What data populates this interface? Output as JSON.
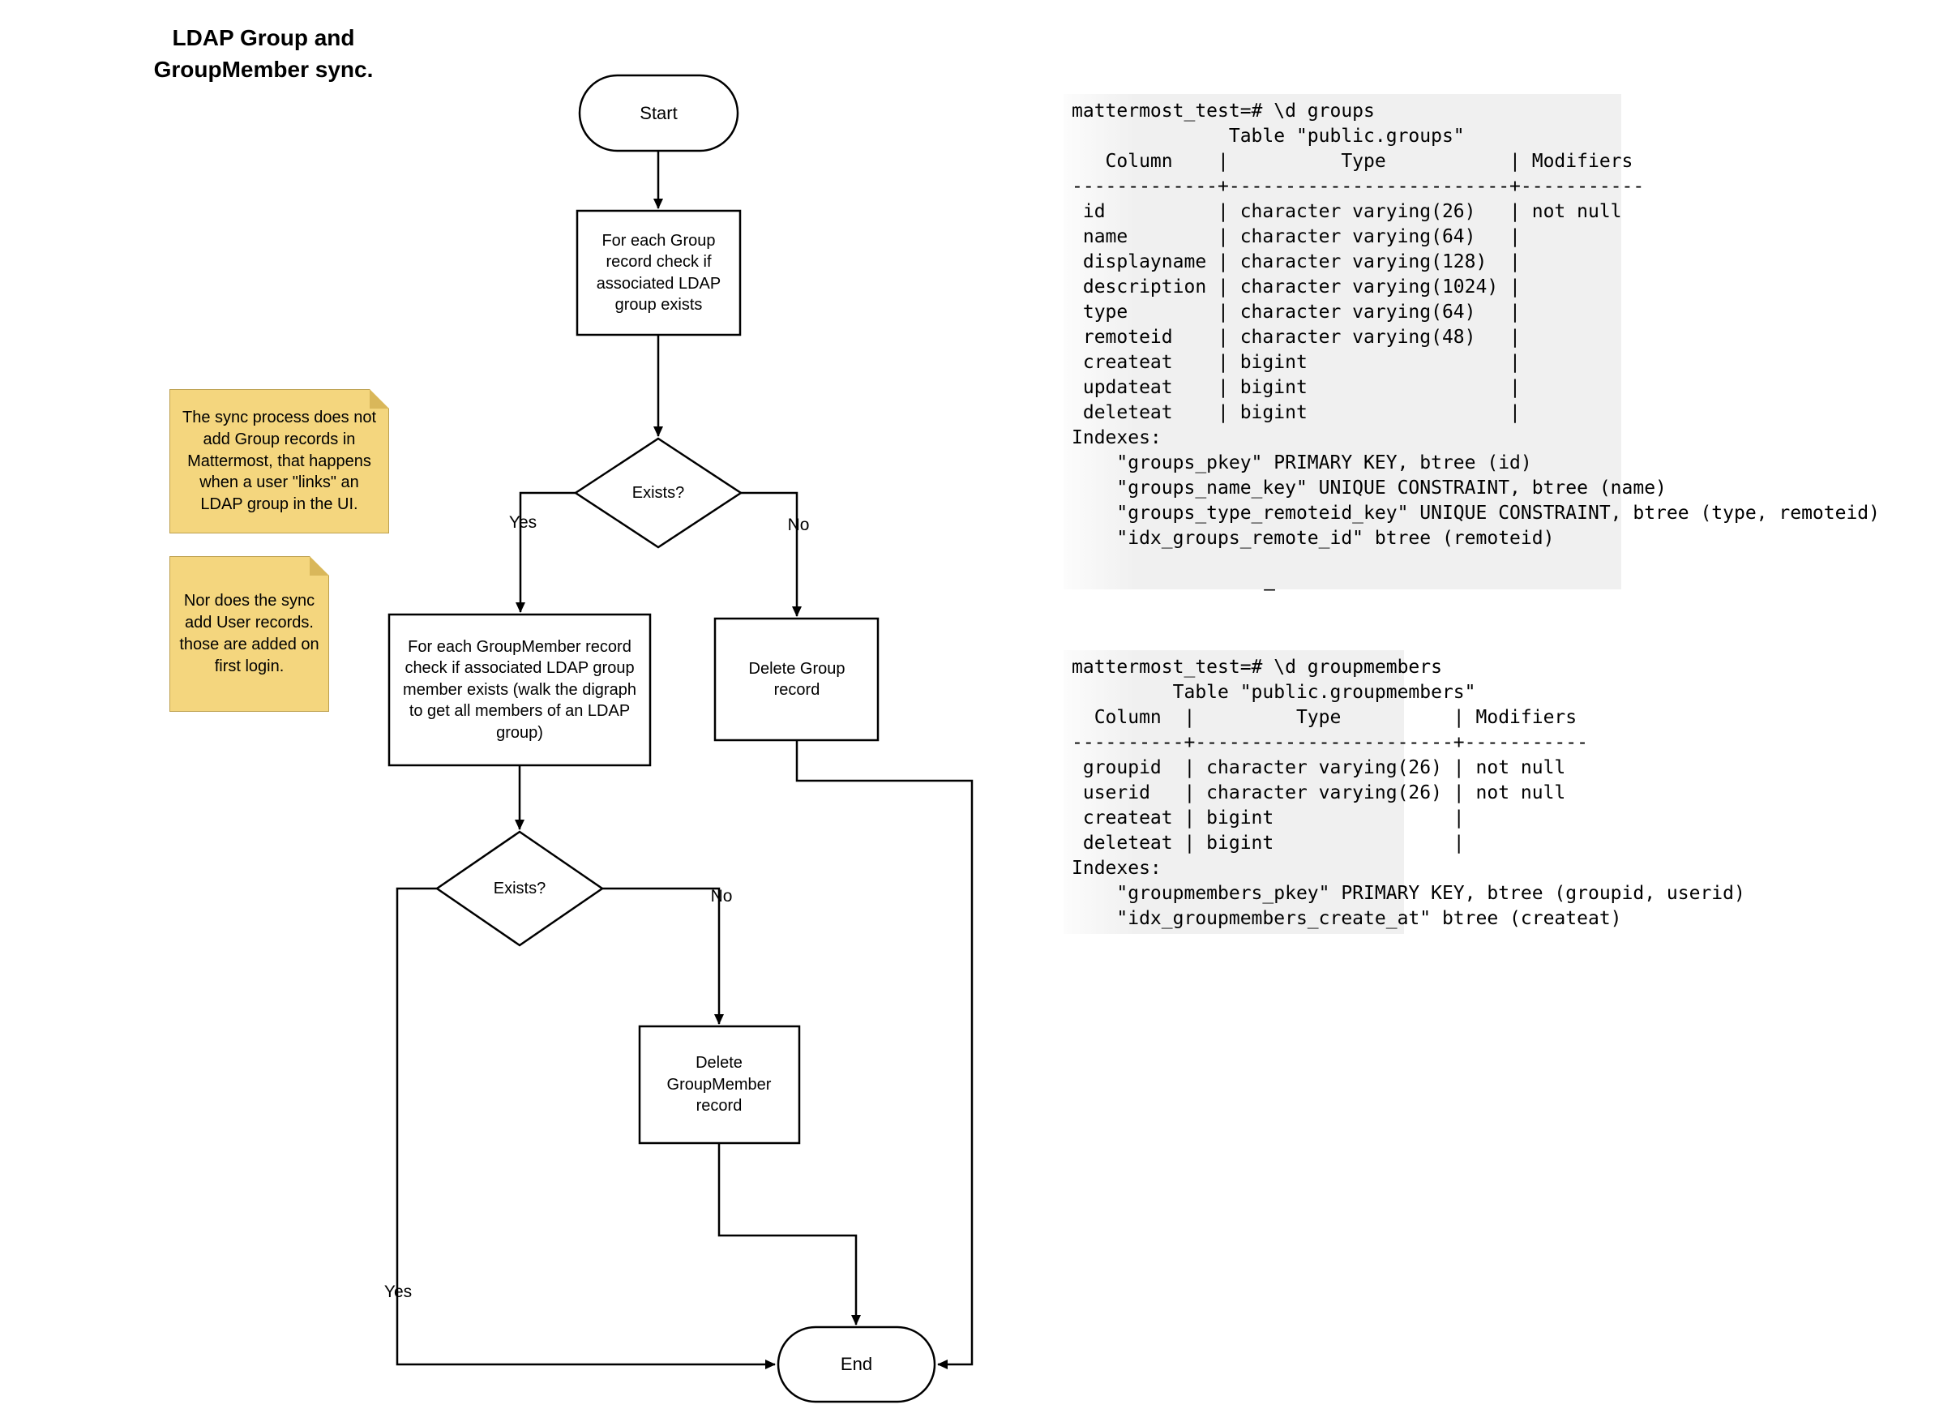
{
  "title": "LDAP Group and\nGroupMember sync.",
  "flowchart": {
    "start": "Start",
    "step_group_check": "For each Group record check if associated LDAP group exists",
    "exists1": "Exists?",
    "label_yes1": "Yes",
    "label_no1": "No",
    "step_groupmember_check": "For each GroupMember record check if associated LDAP group member exists (walk the digraph to get all members of an LDAP group)",
    "delete_group": "Delete Group record",
    "exists2": "Exists?",
    "label_yes2": "Yes",
    "label_no2": "No",
    "delete_groupmember": "Delete GroupMember record",
    "end": "End"
  },
  "notes": [
    {
      "text": "The sync process does not add Group records in Mattermost, that happens when a user \"links\" an LDAP group in the UI."
    },
    {
      "text": "Nor does the sync add User records. those are added on first login."
    }
  ],
  "consoles": [
    {
      "text": "mattermost_test=# \\d groups\n              Table \"public.groups\"\n   Column    |          Type           | Modifiers \n-------------+-------------------------+-----------\n id          | character varying(26)   | not null\n name        | character varying(64)   | \n displayname | character varying(128)  | \n description | character varying(1024) | \n type        | character varying(64)   | \n remoteid    | character varying(48)   | \n createat    | bigint                  | \n updateat    | bigint                  | \n deleteat    | bigint                  | \nIndexes:\n    \"groups_pkey\" PRIMARY KEY, btree (id)\n    \"groups_name_key\" UNIQUE CONSTRAINT, btree (name)\n    \"groups_type_remoteid_key\" UNIQUE CONSTRAINT, btree (type, remoteid)\n    \"idx_groups_remote_id\" btree (remoteid)"
    },
    {
      "text": "mattermost_test=# \\d groupmembers\n         Table \"public.groupmembers\"\n  Column  |         Type          | Modifiers \n----------+-----------------------+-----------\n groupid  | character varying(26) | not null\n userid   | character varying(26) | not null\n createat | bigint                | \n deleteat | bigint                | \nIndexes:\n    \"groupmembers_pkey\" PRIMARY KEY, btree (groupid, userid)\n    \"idx_groupmembers_create_at\" btree (createat)"
    }
  ],
  "stray_dash": "–",
  "colors": {
    "note_fill": "#F4D67E",
    "note_fold": "#D9B75A",
    "console_bg": "#F0F0F0",
    "line": "#000000",
    "shape_fill": "#FFFFFF"
  }
}
